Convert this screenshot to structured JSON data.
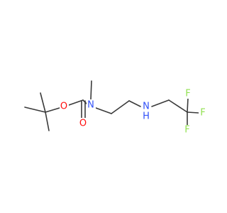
{
  "diagram": {
    "atoms": [
      {
        "id": "O_ether",
        "symbol": "O",
        "color": "#ff0d0d"
      },
      {
        "id": "O_carbonyl",
        "symbol": "O",
        "color": "#ff0d0d"
      },
      {
        "id": "N_carbamate",
        "symbol": "N",
        "color": "#3050f8"
      },
      {
        "id": "N_amine",
        "symbol": "N",
        "color": "#3050f8"
      },
      {
        "id": "H_amine",
        "symbol": "H",
        "color": "#3050f8"
      },
      {
        "id": "F_top",
        "symbol": "F",
        "color": "#90e050"
      },
      {
        "id": "F_right",
        "symbol": "F",
        "color": "#90e050"
      },
      {
        "id": "F_bottom",
        "symbol": "F",
        "color": "#90e050"
      }
    ],
    "bond_color": "#3a3a3a"
  }
}
